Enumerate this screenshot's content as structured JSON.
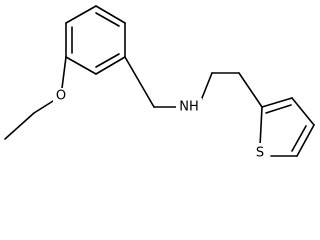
{
  "molecule": {
    "atom_labels": {
      "oxygen": "O",
      "amine": "NH",
      "sulfur": "S"
    }
  }
}
